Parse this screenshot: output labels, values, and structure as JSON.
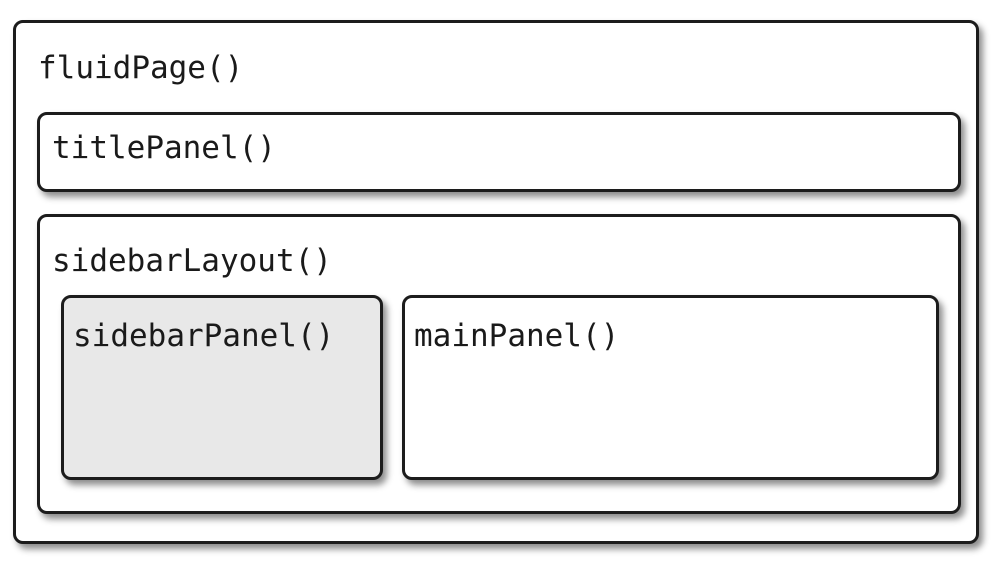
{
  "diagram": {
    "fluid_page": {
      "label": "fluidPage()"
    },
    "title_panel": {
      "label": "titlePanel()"
    },
    "sidebar_layout": {
      "label": "sidebarLayout()"
    },
    "sidebar_panel": {
      "label": "sidebarPanel()",
      "fill": "#e8e8e8"
    },
    "main_panel": {
      "label": "mainPanel()",
      "fill": "#ffffff"
    }
  }
}
